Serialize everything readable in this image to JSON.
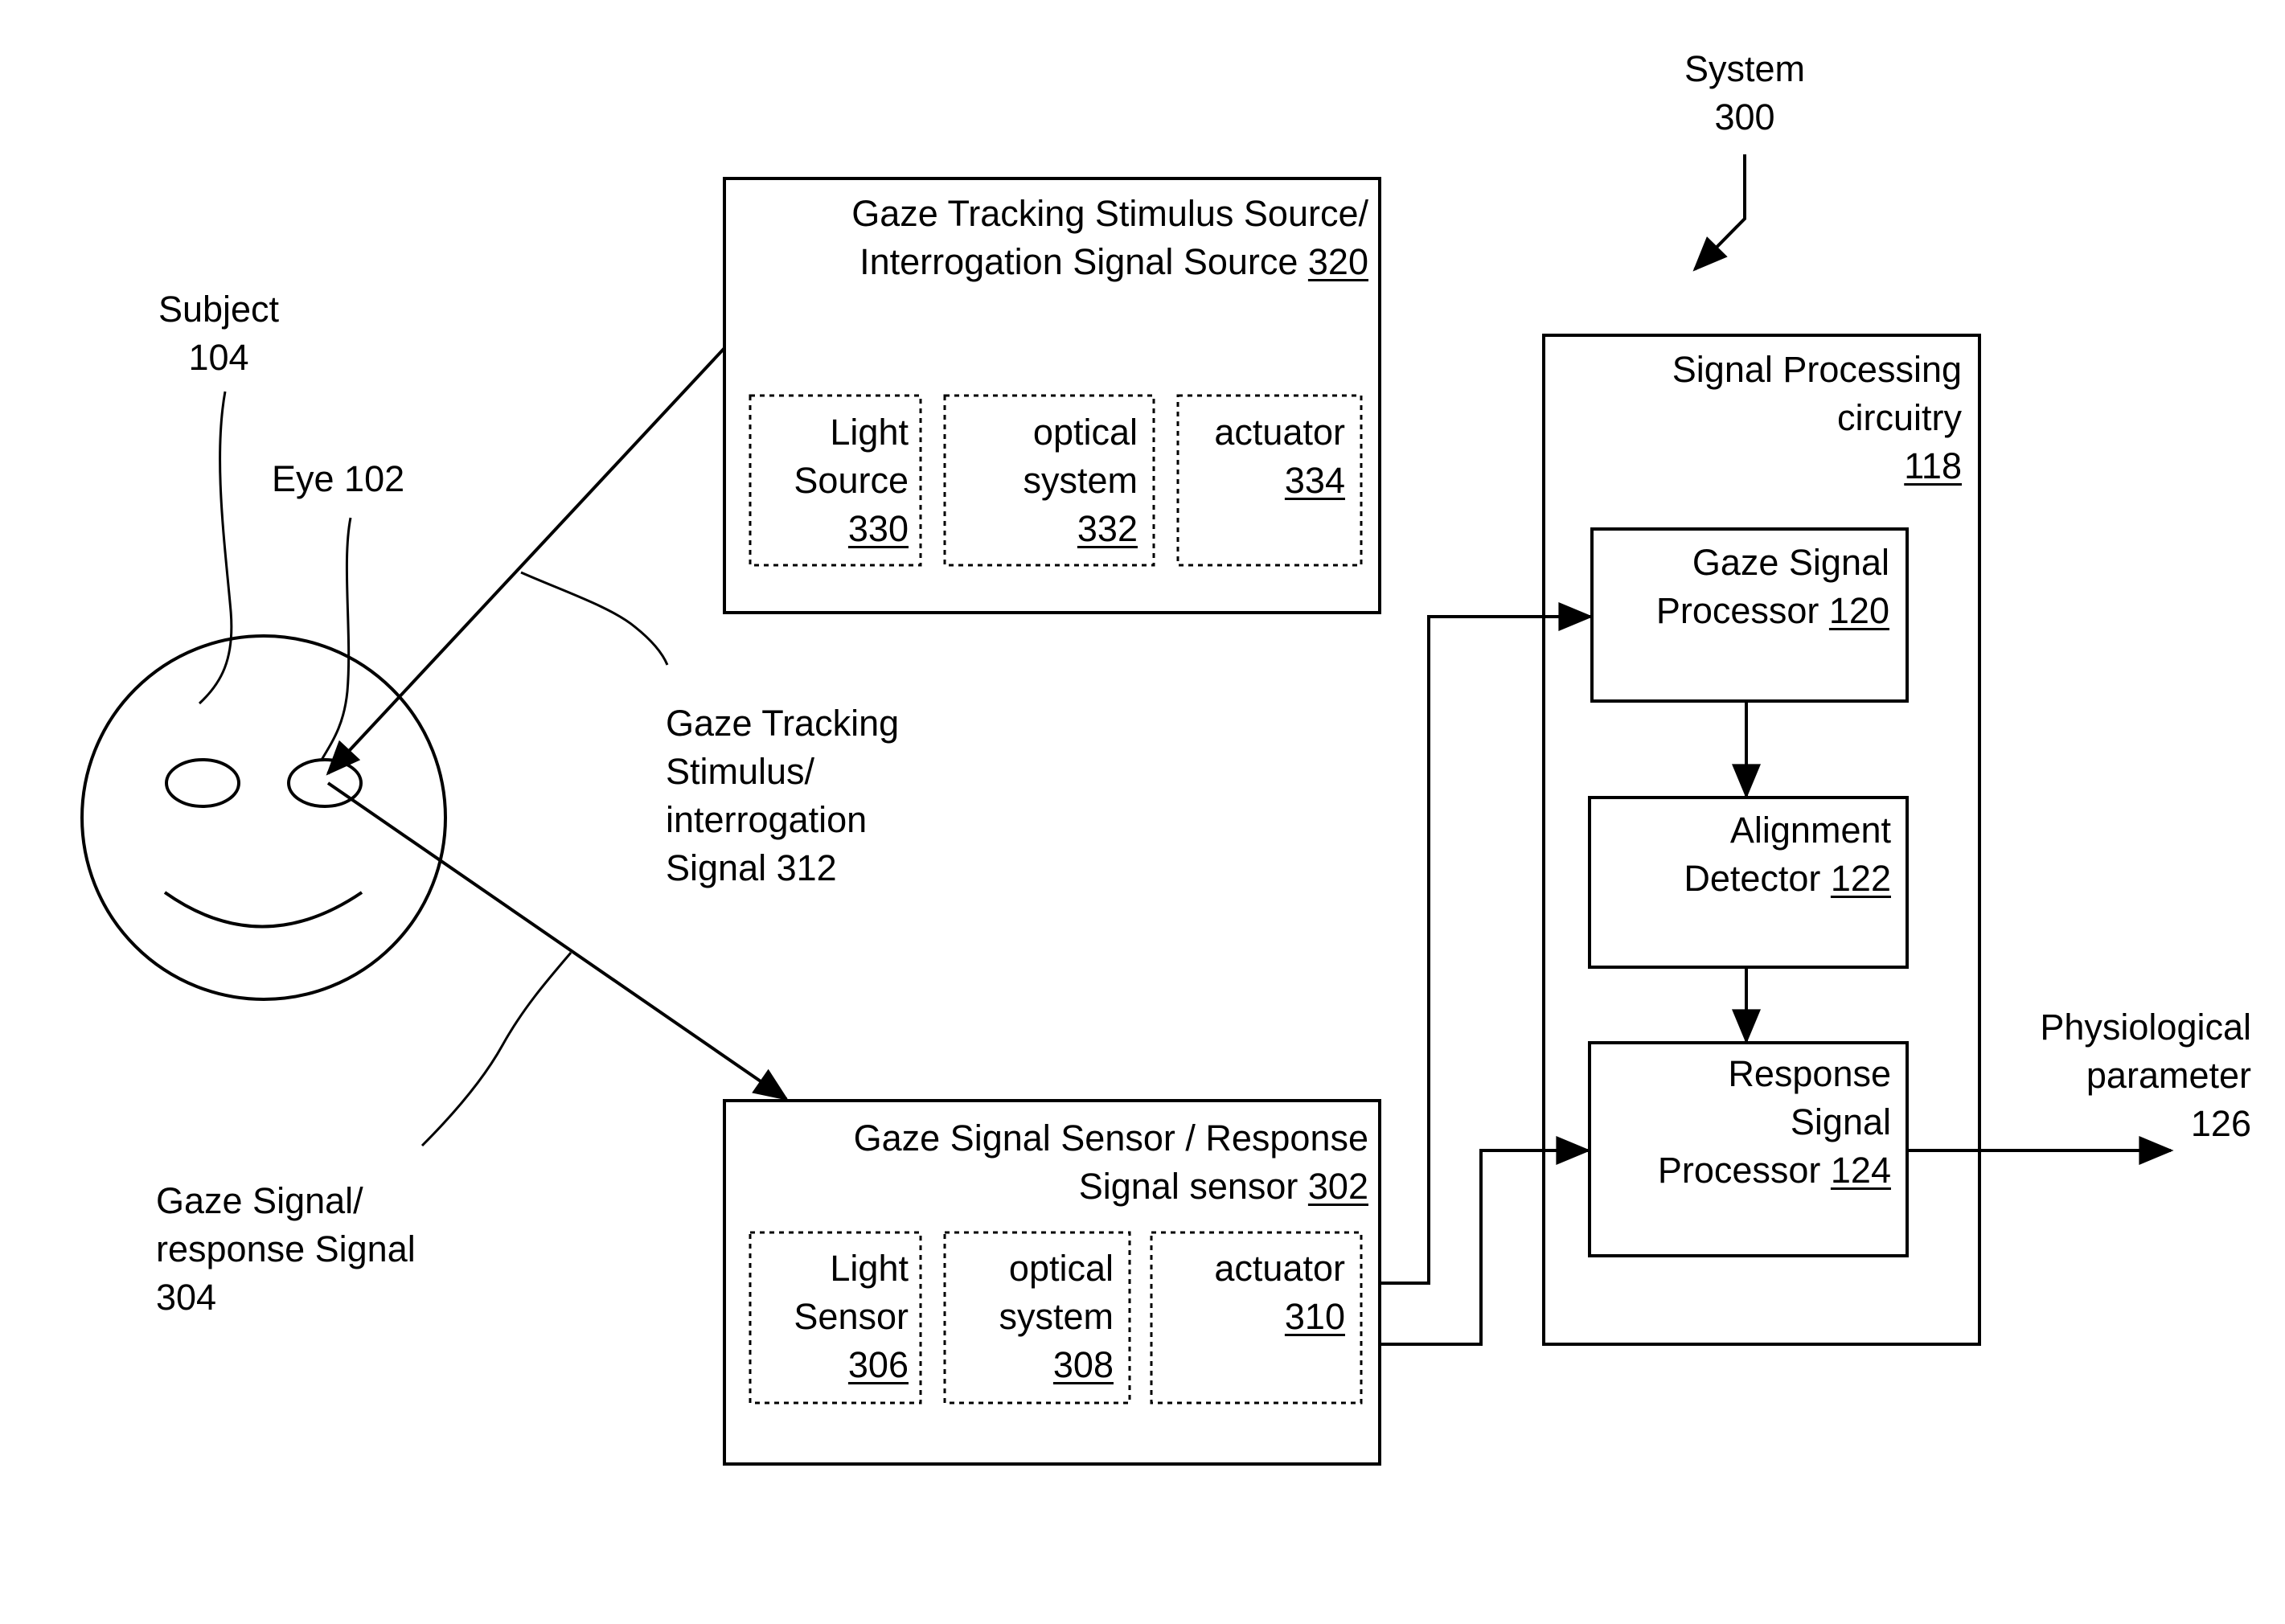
{
  "system": {
    "line1": "System",
    "line2": "300"
  },
  "subject": {
    "line1": "Subject",
    "line2": "104"
  },
  "eye": {
    "label": "Eye 102"
  },
  "stimulus_source": {
    "line1": "Gaze Tracking Stimulus Source/",
    "line2_text": "Interrogation Signal Source ",
    "line2_num": "320",
    "light_source": {
      "line1": "Light",
      "line2": "Source",
      "num": "330"
    },
    "optical_system": {
      "line1": "optical",
      "line2": "system",
      "num": "332"
    },
    "actuator": {
      "line1": "actuator",
      "num": "334"
    }
  },
  "stimulus_signal": {
    "line1": "Gaze Tracking",
    "line2": "Stimulus/",
    "line3": "interrogation",
    "line4": "Signal 312"
  },
  "response_signal": {
    "line1": "Gaze Signal/",
    "line2": "response Signal",
    "line3": "304"
  },
  "sensor": {
    "line1": "Gaze Signal Sensor / Response",
    "line2_text": "Signal sensor ",
    "line2_num": "302",
    "light_sensor": {
      "line1": "Light",
      "line2": "Sensor",
      "num": "306"
    },
    "optical_system": {
      "line1": "optical",
      "line2": "system",
      "num": "308"
    },
    "actuator": {
      "line1": "actuator",
      "num": "310"
    }
  },
  "processing": {
    "line1": "Signal Processing",
    "line2": "circuitry",
    "num": "118",
    "gaze_processor": {
      "line1": "Gaze Signal",
      "line2_text": "Processor ",
      "line2_num": "120"
    },
    "alignment_detector": {
      "line1": "Alignment",
      "line2_text": "Detector ",
      "line2_num": "122"
    },
    "response_processor": {
      "line1": "Response",
      "line2": "Signal",
      "line3_text": "Processor ",
      "line3_num": "124"
    }
  },
  "output": {
    "line1": "Physiological",
    "line2": "parameter",
    "line3": "126"
  }
}
